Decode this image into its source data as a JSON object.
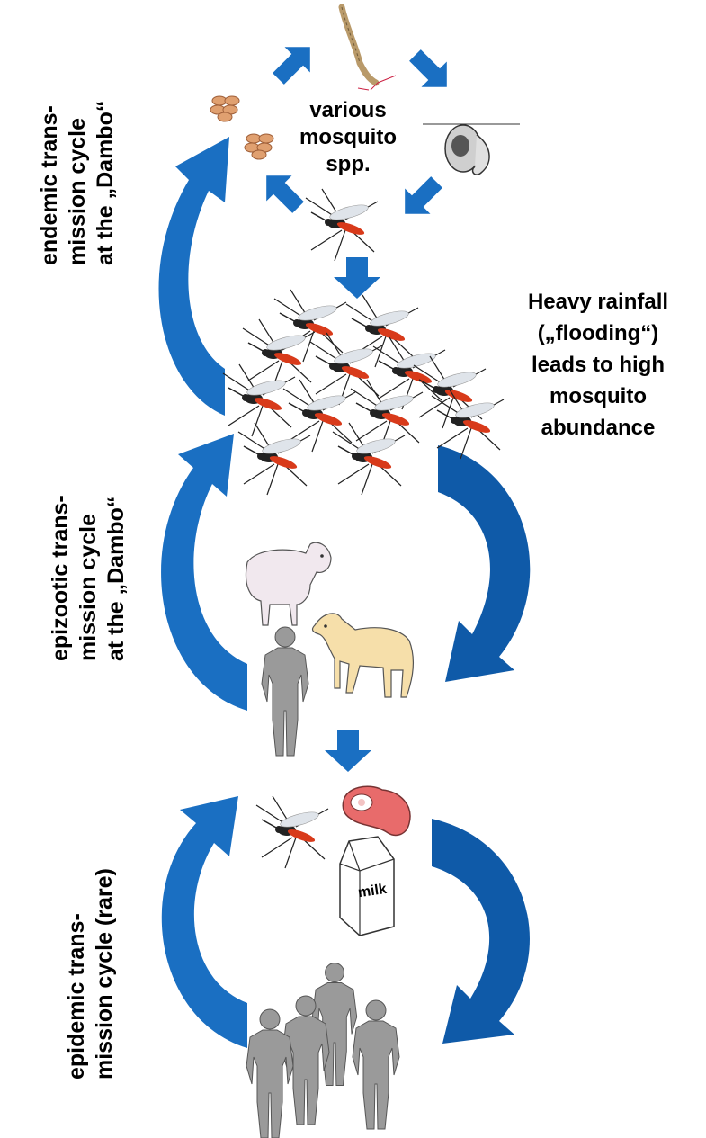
{
  "labels": {
    "endemic": [
      "endemic trans-",
      "mission cycle",
      "at the „Dambo“"
    ],
    "epizootic": [
      "epizootic trans-",
      "mission cycle",
      "at the „Dambo“"
    ],
    "epidemic": [
      "epidemic trans-",
      "mission cycle (rare)"
    ],
    "center": [
      "various",
      "mosquito",
      "spp."
    ],
    "rainfall": [
      "Heavy rainfall",
      "(„flooding“)",
      "leads to high",
      "mosquito",
      "abundance"
    ],
    "milk": "milk"
  },
  "colors": {
    "arrow": "#1a6fc2",
    "arrow_dark": "#0f5aa8",
    "human": "#9a9a9a",
    "mosquito_body": "#222222",
    "mosquito_abdomen": "#d83a1a",
    "meat": "#e86b6b",
    "egg": "#e0a070"
  },
  "icons": [
    "egg-cluster-icon",
    "larva-icon",
    "pupa-icon",
    "mosquito-icon",
    "lamb-icon",
    "calf-icon",
    "human-icon",
    "meat-icon",
    "milk-carton-icon"
  ]
}
